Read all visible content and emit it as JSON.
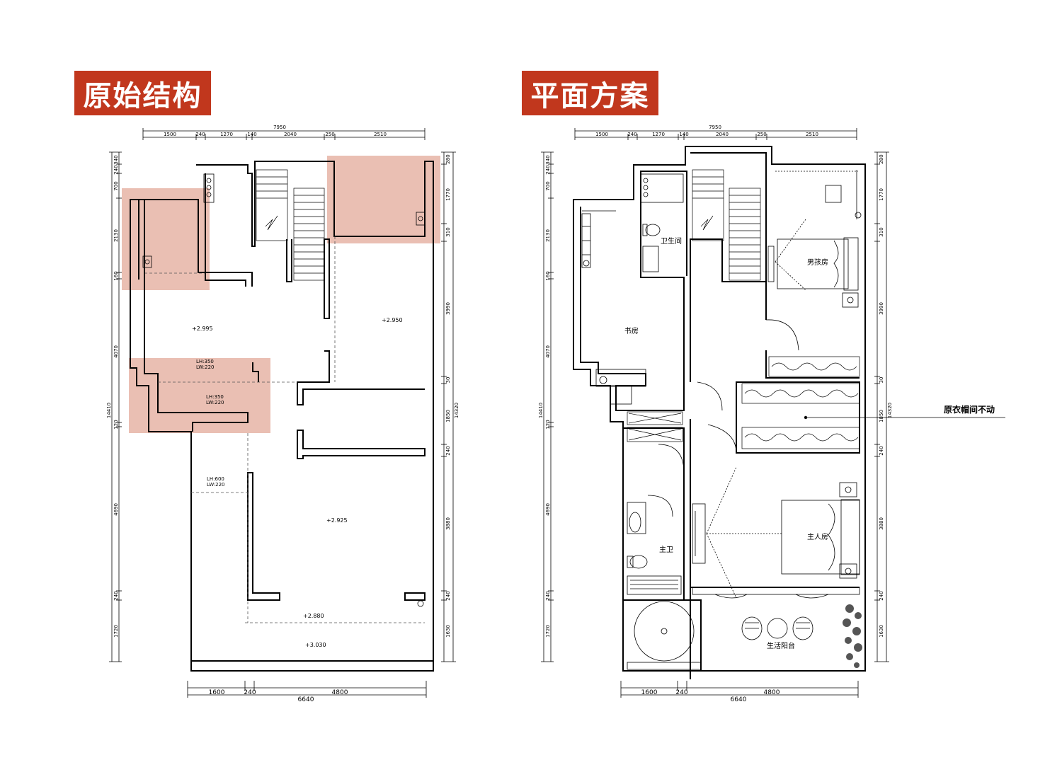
{
  "titles": {
    "left": "原始结构",
    "right": "平面方案"
  },
  "colors": {
    "badge": "#c1371d",
    "highlight": "#d98a74",
    "wall": "#000000"
  },
  "dims": {
    "top_total": "7950",
    "top_segments": [
      "1500",
      "240",
      "1270",
      "140",
      "2040",
      "250",
      "2510"
    ],
    "left_segments": [
      "340",
      "240",
      "700",
      "2130",
      "160",
      "4070",
      "120",
      "4690",
      "240",
      "1720"
    ],
    "left_total": "14410",
    "right_segments": [
      "280",
      "1770",
      "310",
      "3990",
      "30",
      "1850",
      "240",
      "3880",
      "240",
      "1630"
    ],
    "right_total": "14320",
    "bottom_segments": [
      "1600",
      "240",
      "4800"
    ],
    "bottom_total": "6640"
  },
  "left_plan": {
    "elevations": [
      "+2.995",
      "+2.950",
      "+2.925",
      "+2.880",
      "+3.030"
    ],
    "beams": [
      {
        "lh": "LH:350",
        "lw": "LW:220"
      },
      {
        "lh": "LH:350",
        "lw": "LW:220"
      },
      {
        "lh": "LH:600",
        "lw": "LW:220"
      }
    ]
  },
  "right_plan": {
    "rooms": {
      "bathroom": "卫生间",
      "study": "书房",
      "boys_room": "男孩房",
      "master_bath": "主卫",
      "master_room": "主人房",
      "balcony": "生活阳台"
    },
    "annotation": "原衣帽间不动"
  }
}
